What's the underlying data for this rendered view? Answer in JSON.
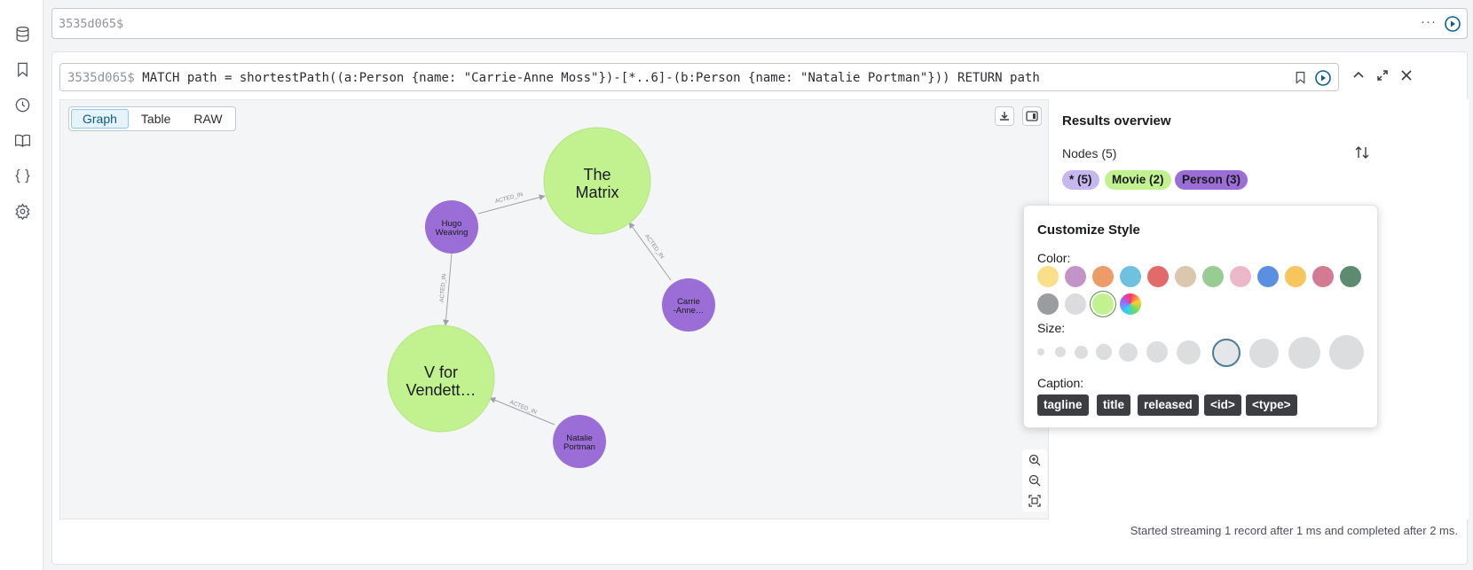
{
  "top_editor": {
    "prompt": "3535d065$",
    "more_label": "···"
  },
  "query": {
    "prompt": "3535d065$",
    "text": "MATCH path = shortestPath((a:Person {name: \"Carrie-Anne Moss\"})-[*..6]-(b:Person {name: \"Natalie Portman\"})) RETURN path"
  },
  "view_tabs": [
    "Graph",
    "Table",
    "RAW"
  ],
  "active_tab": "Graph",
  "graph": {
    "nodes": {
      "matrix": {
        "line1": "The",
        "line2": "Matrix",
        "color": "#c2f28f"
      },
      "vendetta": {
        "line1": "V for",
        "line2": "Vendett…",
        "color": "#c2f28f"
      },
      "hugo": {
        "line1": "Hugo",
        "line2": "Weaving",
        "color": "#9a6dd7"
      },
      "carrie": {
        "line1": "Carrie",
        "line2": "-Anne…",
        "color": "#9a6dd7"
      },
      "natalie": {
        "line1": "Natalie",
        "line2": "Portman",
        "color": "#9a6dd7"
      }
    },
    "relationship_label": "ACTED_IN"
  },
  "results_overview": {
    "title": "Results overview",
    "nodes_heading": "Nodes (5)",
    "pills": [
      {
        "label": "* (5)",
        "color": "#c6b8ef"
      },
      {
        "label": "Movie (2)",
        "color": "#c2f28f"
      },
      {
        "label": "Person (3)",
        "color": "#9a6dd7"
      }
    ]
  },
  "customize": {
    "title": "Customize Style",
    "color_label": "Color:",
    "size_label": "Size:",
    "caption_label": "Caption:",
    "colors": [
      "#f8df8a",
      "#c394c8",
      "#ee9b6a",
      "#6ec2df",
      "#e36a69",
      "#d9c8ae",
      "#98cc92",
      "#ebb8c9",
      "#5b8fe0",
      "#f6c55d",
      "#d27b92",
      "#5f8a72",
      "#9a9ca0",
      "#dcdcde",
      "#c2f28f"
    ],
    "selected_color": "#c2f28f",
    "selected_size_index": 7,
    "captions": [
      "tagline",
      "title",
      "released",
      "<id>",
      "<type>"
    ]
  },
  "status": "Started streaming 1 record after 1 ms and completed after 2 ms."
}
